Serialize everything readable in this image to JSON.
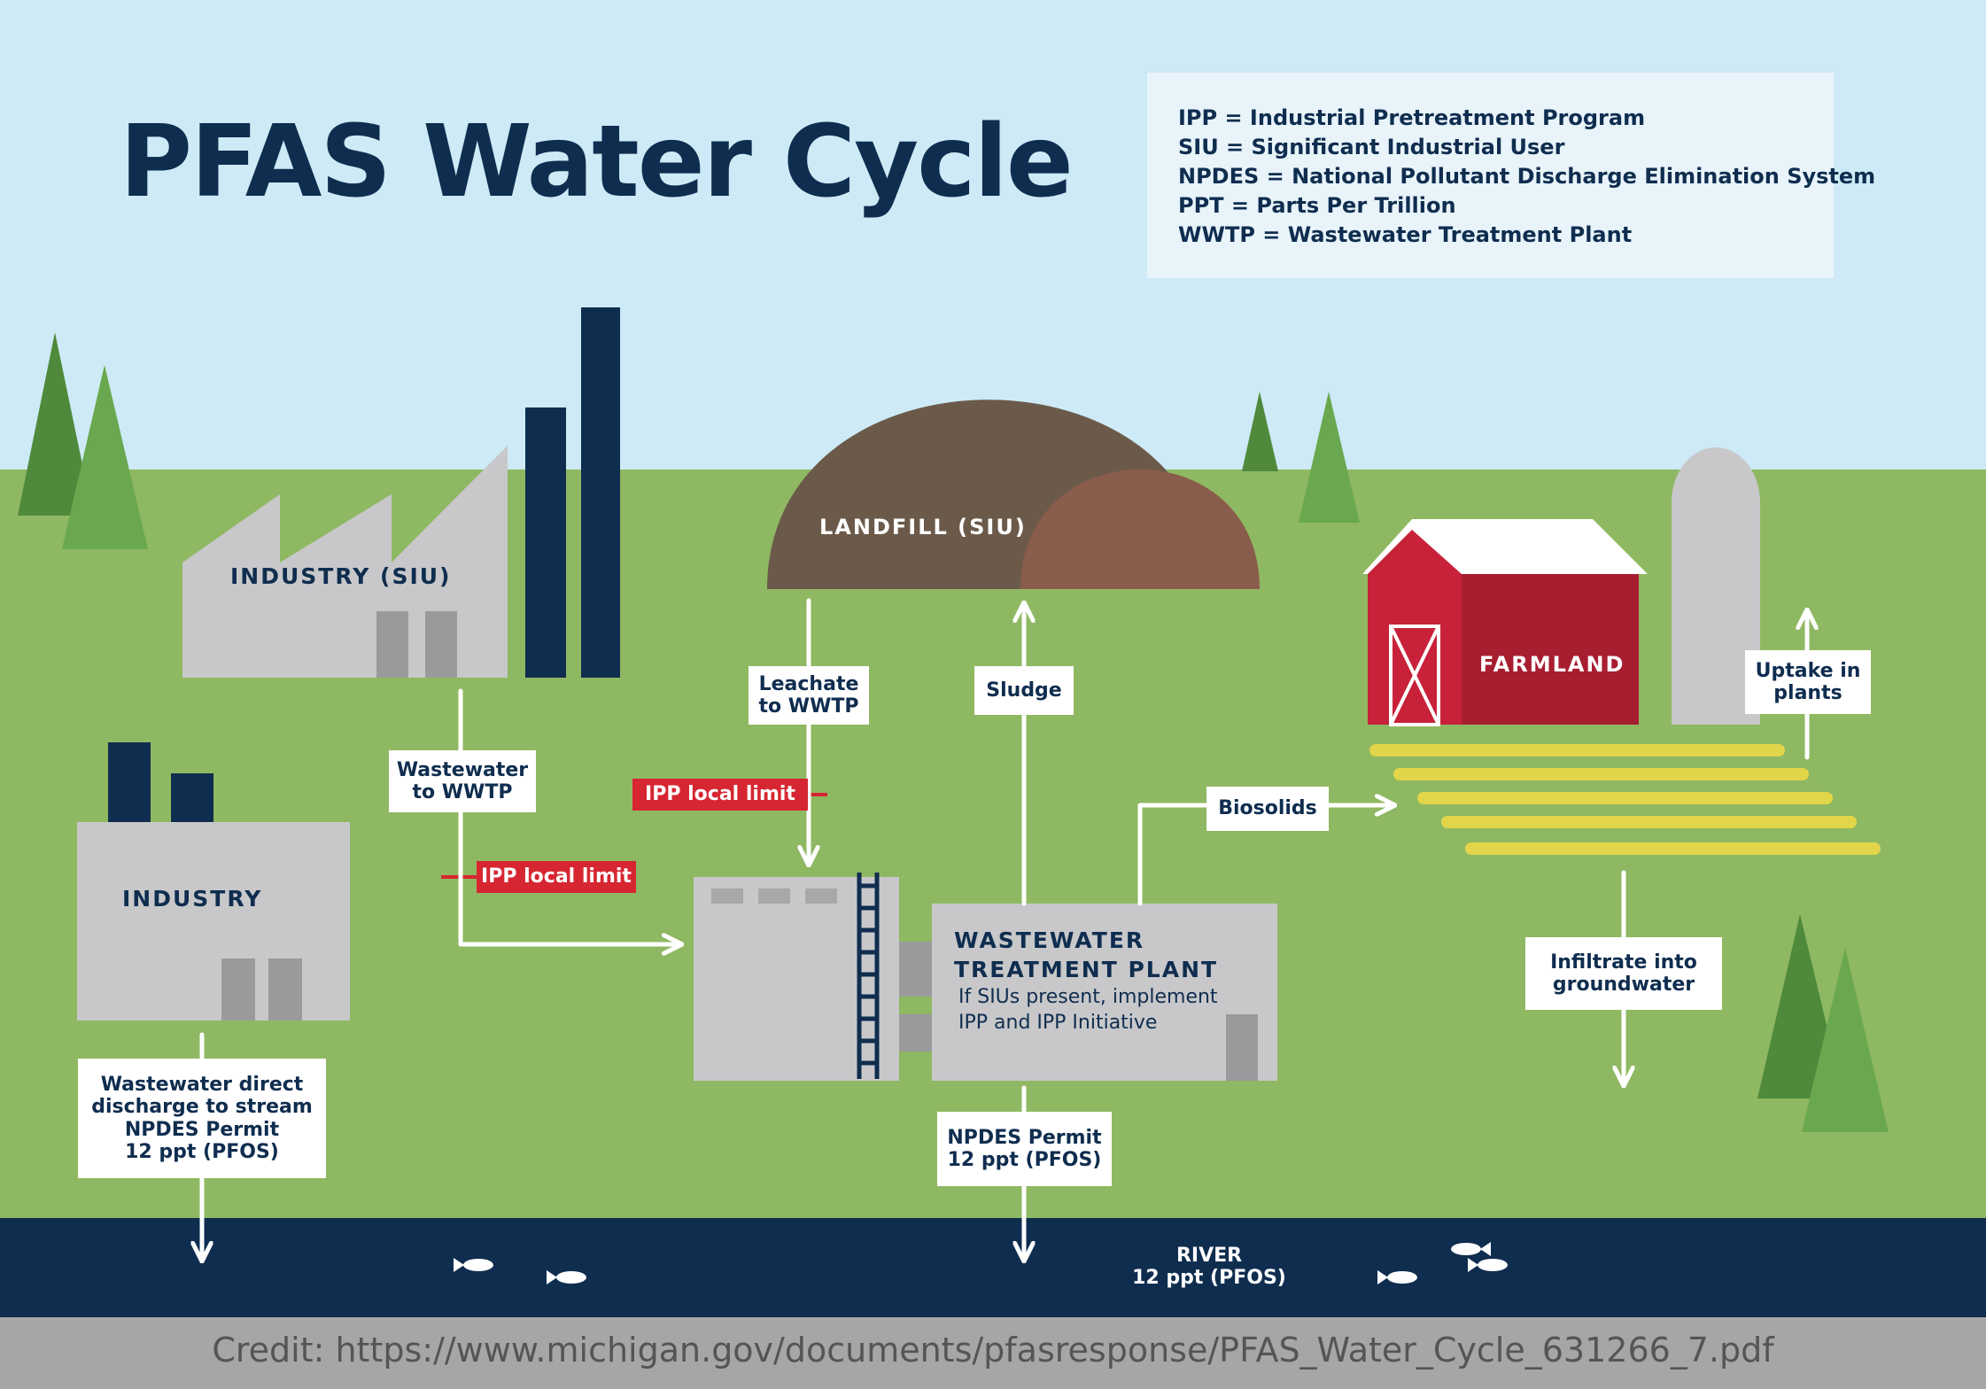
{
  "title": "PFAS Water Cycle",
  "legend": [
    "IPP = Industrial Pretreatment Program",
    "SIU = Significant Industrial User",
    "NPDES = National Pollutant Discharge Elimination System",
    "PPT = Parts Per Trillion",
    "WWTP = Wastewater Treatment Plant"
  ],
  "buildings": {
    "industry_siu": "INDUSTRY (SIU)",
    "industry": "INDUSTRY",
    "landfill": "LANDFILL (SIU)",
    "farmland": "FARMLAND",
    "wwtp_title": "WASTEWATER\nTREATMENT PLANT",
    "wwtp_note": "If SIUs present, implement\nIPP and IPP Initiative"
  },
  "flows": {
    "wastewater_to_wwtp": "Wastewater\nto WWTP",
    "leachate": "Leachate\nto WWTP",
    "sludge": "Sludge",
    "biosolids": "Biosolids",
    "uptake": "Uptake in\nplants",
    "infiltrate": "Infiltrate into\ngroundwater",
    "direct_discharge": "Wastewater direct\ndischarge to stream\nNPDES Permit\n12 ppt (PFOS)",
    "npdes": "NPDES Permit\n12 ppt (PFOS)"
  },
  "limits": {
    "ipp_upper": "IPP local limit",
    "ipp_lower": "IPP local limit"
  },
  "river": "RIVER\n12 ppt (PFOS)",
  "credit": "Credit: https://www.michigan.gov/documents/pfasresponse/PFAS_Water_Cycle_631266_7.pdf",
  "colors": {
    "sky": "#cdeaf6",
    "grass": "#8fb862",
    "navy": "#0f2d4f",
    "barn_red": "#c8223a",
    "limit_red": "#d62631",
    "landfill_dark": "#6b5a4a",
    "landfill_light": "#8a5c4c",
    "crop_yellow": "#e2d54a",
    "building_gray": "#c8c8ca"
  }
}
